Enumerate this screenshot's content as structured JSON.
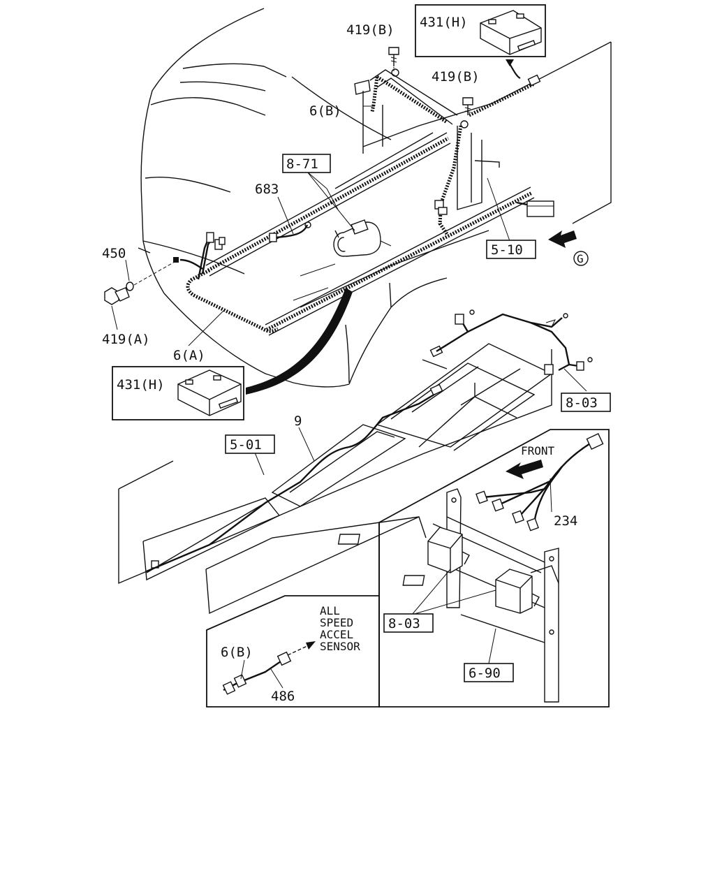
{
  "callouts": {
    "c419b_top": "419(B)",
    "c431h_top": "431(H)",
    "c419b_mid": "419(B)",
    "c6b_top": "6(B)",
    "c871": "8-71",
    "c683": "683",
    "c450": "450",
    "c419a": "419(A)",
    "c6a": "6(A)",
    "c510": "5-10",
    "cG": "G",
    "c431h_left": "431(H)",
    "c803_top": "8-03",
    "c9": "9",
    "c501": "5-01",
    "cFront": "FRONT",
    "c234": "234",
    "c803_mid": "8-03",
    "c690": "6-90",
    "c6b_bottom": "6(B)",
    "c486": "486"
  },
  "sensor_note": [
    "ALL",
    "SPEED",
    "ACCEL",
    "SENSOR"
  ]
}
